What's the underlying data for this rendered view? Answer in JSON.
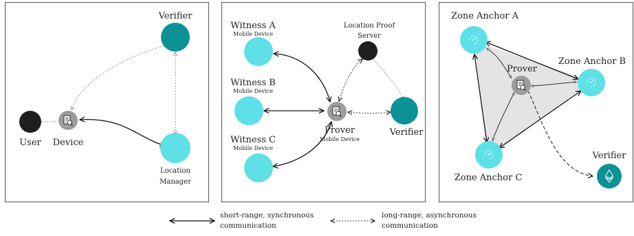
{
  "panel1": {
    "verifier": "Verifier",
    "user": "User",
    "device": "Device",
    "manager_line1": "Location",
    "manager_line2": "Manager"
  },
  "panel2": {
    "witness_a": "Witness A",
    "witness_a_sub": "Mobile Device",
    "witness_b": "Witness B",
    "witness_b_sub": "Mobile Device",
    "witness_c": "Witness C",
    "witness_c_sub": "Mobile Device",
    "server_line1": "Location Proof",
    "server_line2": "Server",
    "prover": "Prover",
    "prover_sub": "Mobile Device",
    "verifier": "Verifier"
  },
  "panel3": {
    "zone_a": "Zone Anchor A",
    "zone_b": "Zone Anchor B",
    "zone_c": "Zone Anchor C",
    "prover": "Prover",
    "verifier": "Verifier"
  },
  "legend": {
    "sync_line1": "short-range, synchronous",
    "sync_line2": "communication",
    "async_line1": "long-range, asynchronous",
    "async_line2": "communication"
  },
  "colors": {
    "cyan": "#5ee0e6",
    "teal": "#0a9294",
    "black": "#1e1e1e",
    "grey": "#9c9c9c"
  }
}
